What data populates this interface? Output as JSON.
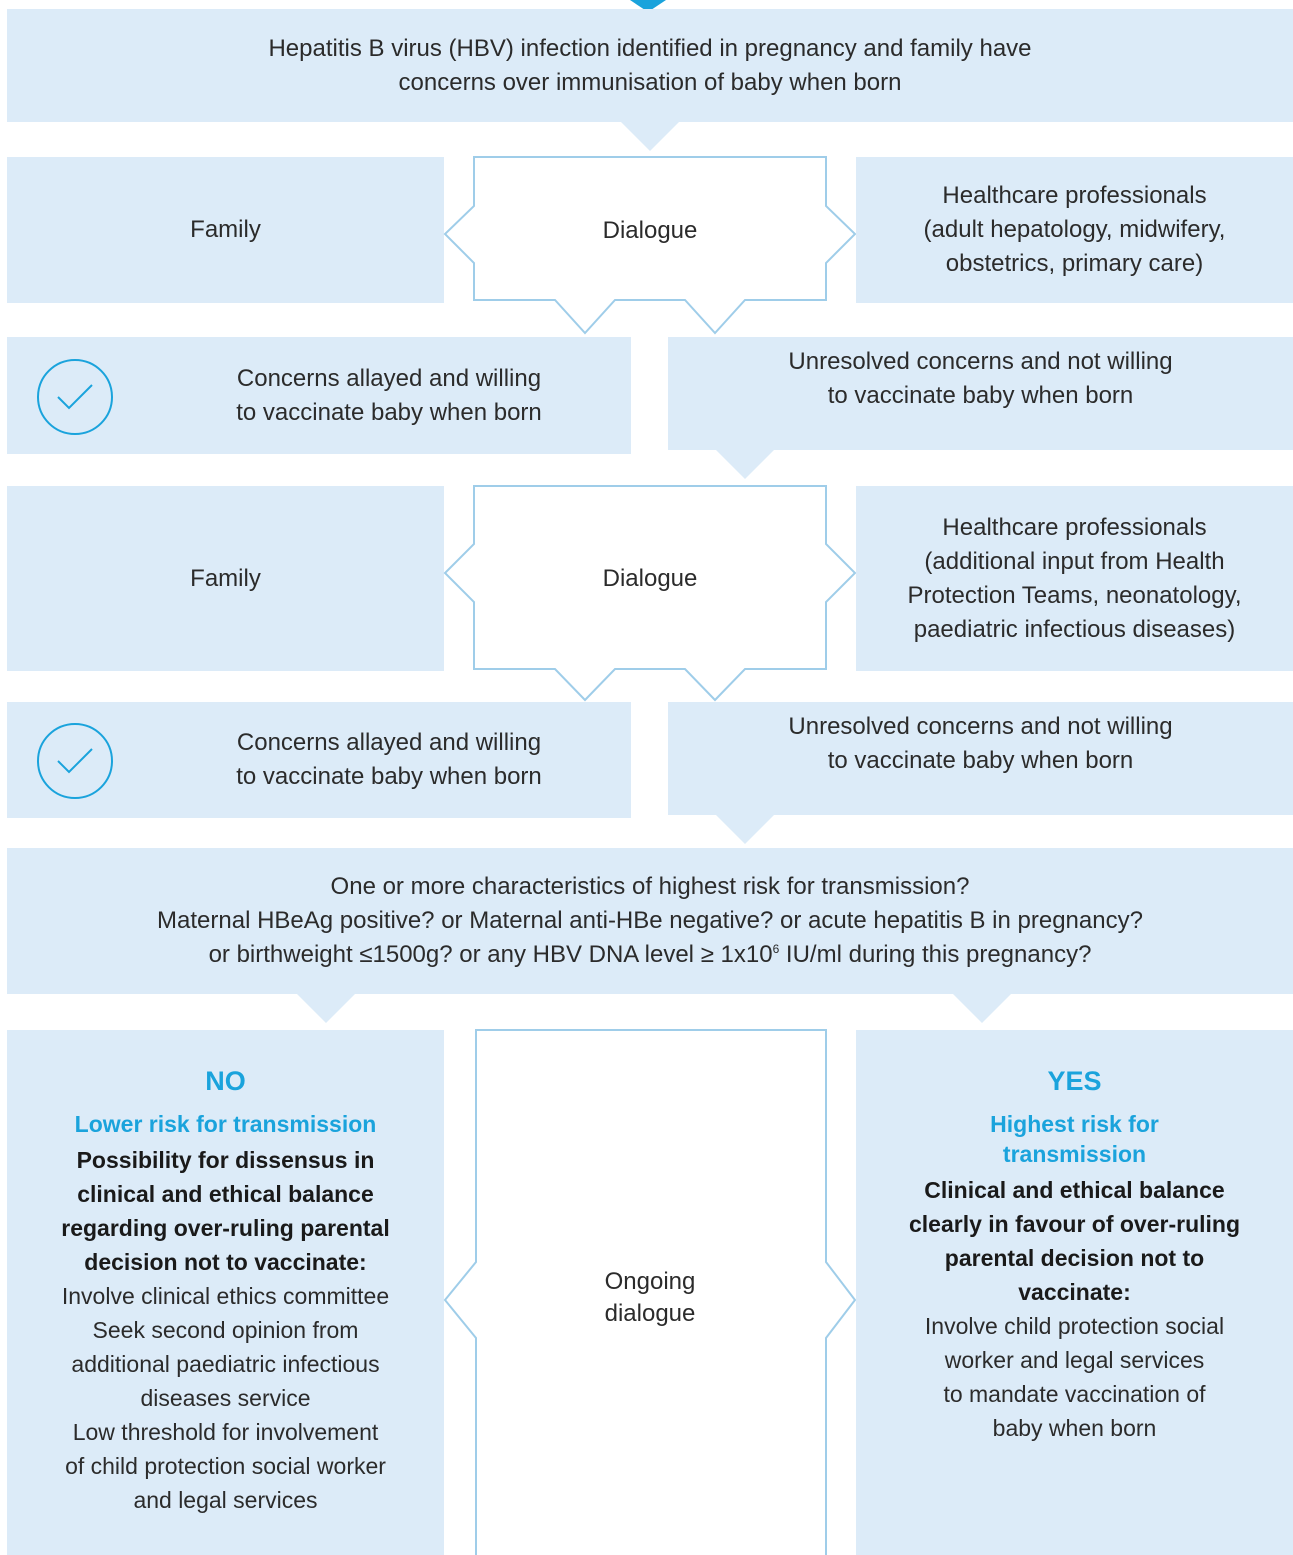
{
  "top": {
    "line1": "Hepatitis B virus (HBV) infection identified in pregnancy and family have",
    "line2": "concerns over immunisation of baby when born"
  },
  "stage1": {
    "family": "Family",
    "dialogue": "Dialogue",
    "professionals": [
      "Healthcare professionals",
      "(adult hepatology, midwifery,",
      "obstetrics, primary care)"
    ],
    "allayed": [
      "Concerns allayed and willing",
      "to vaccinate baby when born"
    ],
    "unresolved": [
      "Unresolved concerns and not willing",
      "to vaccinate baby when born"
    ]
  },
  "stage2": {
    "family": "Family",
    "dialogue": "Dialogue",
    "professionals": [
      "Healthcare professionals",
      "(additional input from Health",
      "Protection Teams, neonatology,",
      "paediatric infectious diseases)"
    ],
    "allayed": [
      "Concerns allayed and willing",
      "to vaccinate baby when born"
    ],
    "unresolved": [
      "Unresolved concerns and not willing",
      "to vaccinate baby when born"
    ]
  },
  "risk": {
    "line1": "One or more characteristics of highest risk for transmission?",
    "line2": "Maternal HBeAg positive? or Maternal anti-HBe negative? or acute hepatitis B in pregnancy?",
    "line3_a": "or birthweight ",
    "line3_le": "≤",
    "line3_b": "1500g? or any HBV DNA level ",
    "line3_ge": "≥",
    "line3_c": " 1x10",
    "line3_sup": "6",
    "line3_d": " IU/ml during this pregnancy?"
  },
  "no": {
    "heading": "NO",
    "subheading": "Lower risk for transmission",
    "bold": [
      "Possibility for dissensus in",
      "clinical and ethical balance",
      "regarding over-ruling parental",
      "decision not to vaccinate:"
    ],
    "actions": [
      "Involve clinical ethics committee",
      "Seek second opinion from",
      "additional paediatric infectious",
      "diseases service",
      "Low threshold for involvement",
      "of child protection social worker",
      "and legal services"
    ]
  },
  "ongoing": [
    "Ongoing",
    "dialogue"
  ],
  "yes": {
    "heading": "YES",
    "subheading": [
      "Highest risk for",
      "transmission"
    ],
    "bold": [
      "Clinical and ethical balance",
      "clearly in favour of over-ruling",
      "parental decision not to",
      "vaccinate:"
    ],
    "actions": [
      "Involve child protection social",
      "worker and legal services",
      "to mandate vaccination of",
      "baby when born"
    ]
  },
  "colors": {
    "box_fill": "#dcebf8",
    "outline": "#9fcde9",
    "accent": "#1aa3dc",
    "text": "#2b2b2b"
  },
  "icons": [
    "arrow-down-icon",
    "check-circle-icon"
  ]
}
